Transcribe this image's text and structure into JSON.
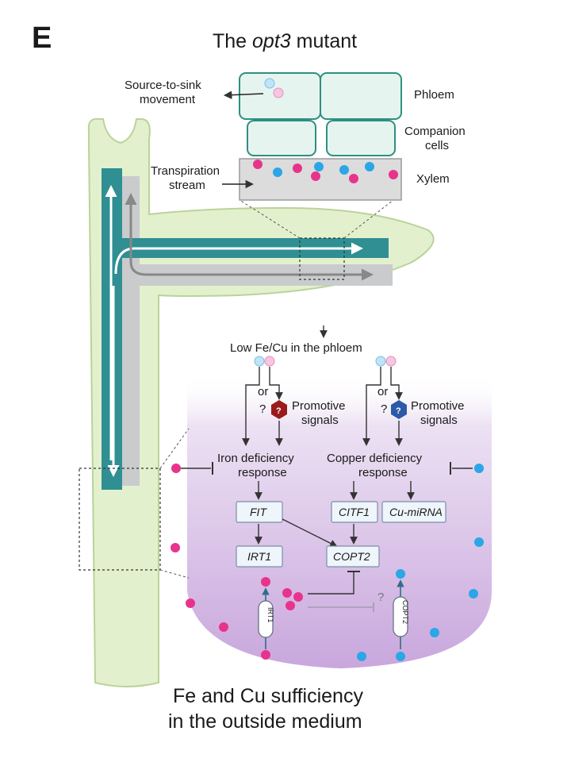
{
  "panel_letter": "E",
  "title": {
    "prefix": "The ",
    "italic": "opt3",
    "suffix": " mutant"
  },
  "labels": {
    "source_to_sink": [
      "Source-to-sink",
      "movement"
    ],
    "phloem": "Phloem",
    "companion": [
      "Companion",
      "cells"
    ],
    "transpiration": [
      "Transpiration",
      "stream"
    ],
    "xylem": "Xylem",
    "low_fe_cu": "Low Fe/Cu in the phloem",
    "or": "or",
    "question": "?",
    "promotive": [
      "Promotive",
      "signals"
    ],
    "iron_response": [
      "Iron deficiency",
      "response"
    ],
    "copper_response": [
      "Copper deficiency",
      "response"
    ]
  },
  "genes": {
    "fit": "FIT",
    "irt1": "IRT1",
    "citf1": "CITF1",
    "cu_mirna": "Cu-miRNA",
    "copt2": "COPT2"
  },
  "transporters": {
    "irt1": "IRT1",
    "copt2": "COPT2"
  },
  "caption": [
    "Fe and Cu sufficiency",
    "in the outside medium"
  ],
  "colors": {
    "plant": "#e3f0cd",
    "plant_stroke": "#b9d39a",
    "teal": "#2f8f92",
    "gray_channel": "#c9cbcd",
    "iron": "#e8338c",
    "copper": "#2ba6e6",
    "gene_box": "#eef5fb",
    "cell_purple": "#d8c0e6",
    "red_hex": "#9a1b1b",
    "blue_hex": "#2d5aa8"
  }
}
